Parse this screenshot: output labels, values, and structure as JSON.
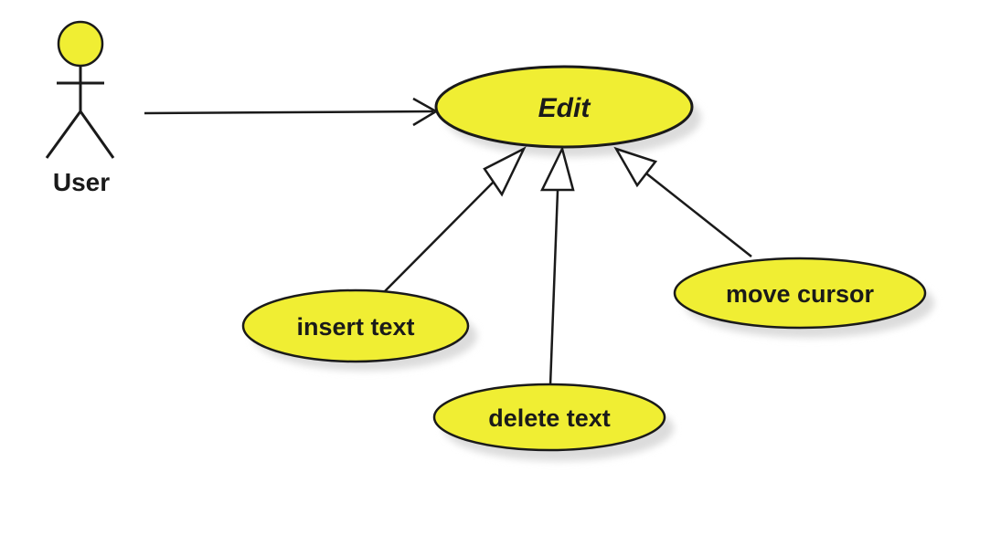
{
  "diagram": {
    "type": "uml-use-case-diagram",
    "actor": {
      "label": "User"
    },
    "use_cases": [
      {
        "id": "edit",
        "label": "Edit",
        "emphasis": "bold-italic"
      },
      {
        "id": "insert-text",
        "label": "insert text",
        "emphasis": "bold"
      },
      {
        "id": "delete-text",
        "label": "delete text",
        "emphasis": "bold"
      },
      {
        "id": "move-cursor",
        "label": "move cursor",
        "emphasis": "bold"
      }
    ],
    "relationships": [
      {
        "from": "User",
        "to": "Edit",
        "type": "association"
      },
      {
        "from": "insert text",
        "to": "Edit",
        "type": "generalization"
      },
      {
        "from": "delete text",
        "to": "Edit",
        "type": "generalization"
      },
      {
        "from": "move cursor",
        "to": "Edit",
        "type": "generalization"
      }
    ],
    "colors": {
      "background": "#ffffff",
      "node_fill": "#f0ee33",
      "node_stroke": "#1a1a1a",
      "connector": "#1a1a1a",
      "generalization_triangle_fill": "#ffffff",
      "shadow": "#dcdcdc",
      "text": "#1a1a1a"
    }
  }
}
